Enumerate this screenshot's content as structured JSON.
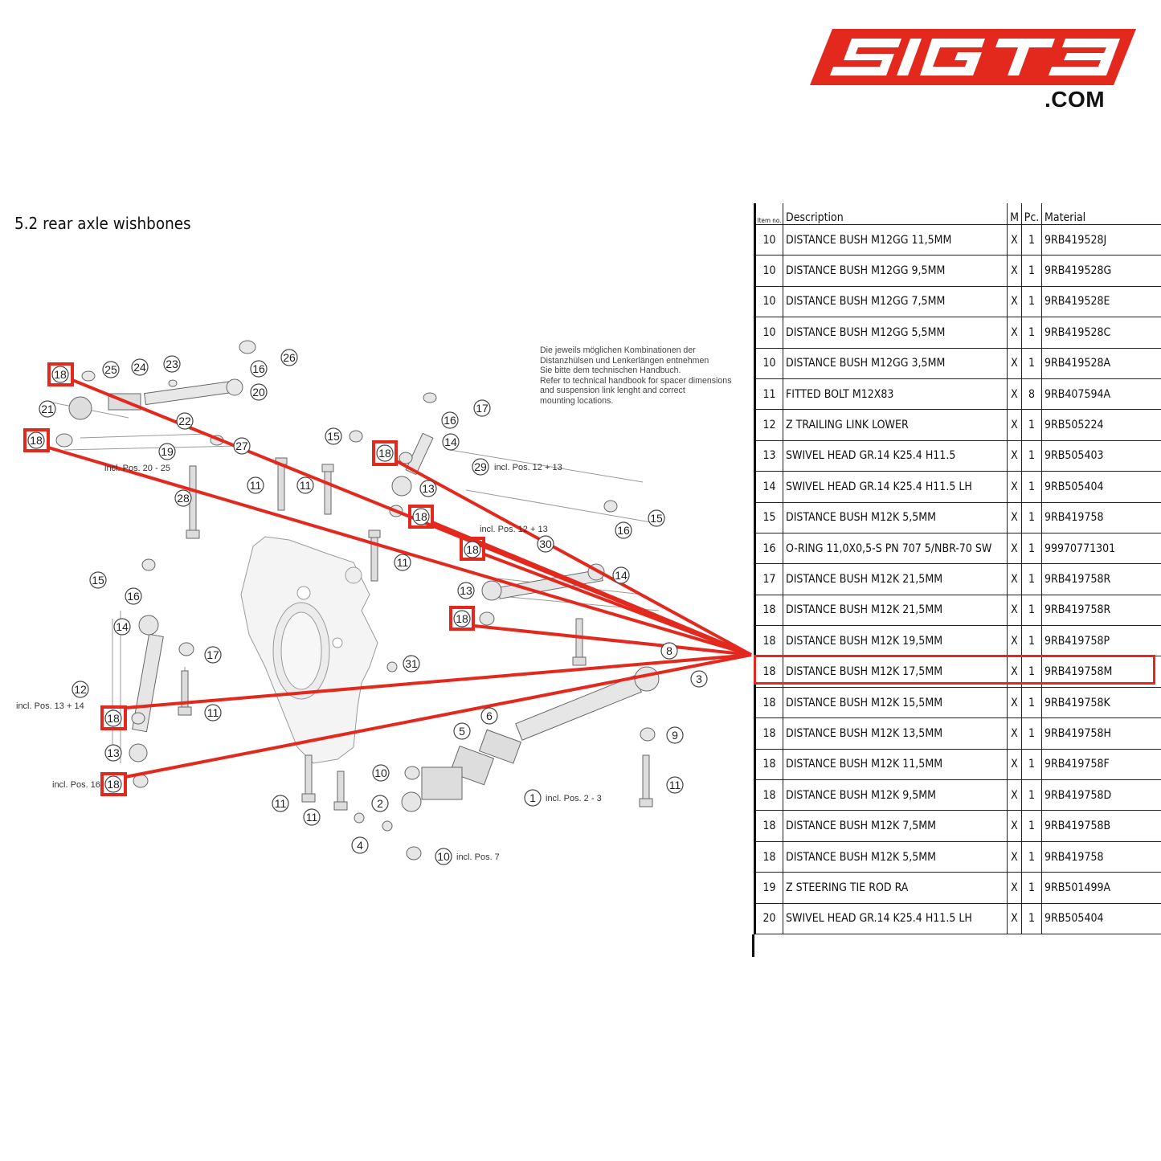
{
  "logo": {
    "brand": "SIGT3",
    "suffix": ".COM",
    "color": "#e3281e"
  },
  "section_title": "5.2  rear axle wishbones",
  "note": {
    "lines": [
      "Die jeweils möglichen Kombinationen der",
      "Distanzhülsen und Lenkerlängen entnehmen",
      "Sie bitte dem technischen Handbuch.",
      "Refer to technical handbook for spacer dimensions",
      "and suspension link lenght and correct",
      "mounting locations."
    ]
  },
  "diagram": {
    "highlight_color": "#e3281e",
    "labels": {
      "incl_20_25": "incl. Pos. 20 - 25",
      "incl_12_13_a": "incl. Pos. 12 + 13",
      "incl_12_13_b": "incl. Pos. 12 + 13",
      "incl_13_14": "incl. Pos. 13 + 14",
      "incl_16": "incl. Pos. 16",
      "incl_2_3": "incl. Pos. 2 - 3",
      "incl_7": "incl. Pos. 7"
    },
    "callouts": [
      "18",
      "25",
      "24",
      "23",
      "26",
      "16",
      "20",
      "21",
      "22",
      "18",
      "19",
      "27",
      "28",
      "11",
      "11",
      "15",
      "18",
      "14",
      "17",
      "16",
      "29",
      "18",
      "13",
      "11",
      "15",
      "16",
      "18",
      "30",
      "14",
      "13",
      "18",
      "15",
      "16",
      "14",
      "17",
      "31",
      "12",
      "18",
      "11",
      "13",
      "18",
      "6",
      "5",
      "9",
      "10",
      "2",
      "1",
      "11",
      "11",
      "4",
      "10",
      "3",
      "8",
      "11"
    ]
  },
  "table": {
    "headers": {
      "item": "Item no.",
      "description": "Description",
      "m": "M",
      "pc": "Pc.",
      "material": "Material"
    },
    "rows": [
      {
        "item": "10",
        "description": "DISTANCE BUSH M12GG 11,5MM",
        "m": "X",
        "pc": "1",
        "material": "9RB419528J"
      },
      {
        "item": "10",
        "description": "DISTANCE BUSH M12GG 9,5MM",
        "m": "X",
        "pc": "1",
        "material": "9RB419528G"
      },
      {
        "item": "10",
        "description": "DISTANCE BUSH M12GG 7,5MM",
        "m": "X",
        "pc": "1",
        "material": "9RB419528E"
      },
      {
        "item": "10",
        "description": "DISTANCE BUSH M12GG 5,5MM",
        "m": "X",
        "pc": "1",
        "material": "9RB419528C"
      },
      {
        "item": "10",
        "description": "DISTANCE BUSH M12GG 3,5MM",
        "m": "X",
        "pc": "1",
        "material": "9RB419528A"
      },
      {
        "item": "11",
        "description": "FITTED BOLT M12X83",
        "m": "X",
        "pc": "8",
        "material": "9RB407594A"
      },
      {
        "item": "12",
        "description": "Z TRAILING LINK LOWER",
        "m": "X",
        "pc": "1",
        "material": "9RB505224"
      },
      {
        "item": "13",
        "description": "SWIVEL HEAD GR.14 K25.4 H11.5",
        "m": "X",
        "pc": "1",
        "material": "9RB505403"
      },
      {
        "item": "14",
        "description": "SWIVEL HEAD GR.14 K25.4 H11.5 LH",
        "m": "X",
        "pc": "1",
        "material": "9RB505404"
      },
      {
        "item": "15",
        "description": "DISTANCE BUSH M12K 5,5MM",
        "m": "X",
        "pc": "1",
        "material": "9RB419758"
      },
      {
        "item": "16",
        "description": "O-RING 11,0X0,5-S PN 707 5/NBR-70 SW",
        "m": "X",
        "pc": "1",
        "material": "99970771301"
      },
      {
        "item": "17",
        "description": "DISTANCE BUSH M12K 21,5MM",
        "m": "X",
        "pc": "1",
        "material": "9RB419758R"
      },
      {
        "item": "18",
        "description": "DISTANCE BUSH M12K 21,5MM",
        "m": "X",
        "pc": "1",
        "material": "9RB419758R"
      },
      {
        "item": "18",
        "description": "DISTANCE BUSH M12K 19,5MM",
        "m": "X",
        "pc": "1",
        "material": "9RB419758P"
      },
      {
        "item": "18",
        "description": "DISTANCE BUSH M12K 17,5MM",
        "m": "X",
        "pc": "1",
        "material": "9RB419758M"
      },
      {
        "item": "18",
        "description": "DISTANCE BUSH M12K 15,5MM",
        "m": "X",
        "pc": "1",
        "material": "9RB419758K"
      },
      {
        "item": "18",
        "description": "DISTANCE BUSH M12K 13,5MM",
        "m": "X",
        "pc": "1",
        "material": "9RB419758H"
      },
      {
        "item": "18",
        "description": "DISTANCE BUSH M12K 11,5MM",
        "m": "X",
        "pc": "1",
        "material": "9RB419758F"
      },
      {
        "item": "18",
        "description": "DISTANCE BUSH M12K 9,5MM",
        "m": "X",
        "pc": "1",
        "material": "9RB419758D"
      },
      {
        "item": "18",
        "description": "DISTANCE BUSH M12K 7,5MM",
        "m": "X",
        "pc": "1",
        "material": "9RB419758B"
      },
      {
        "item": "18",
        "description": "DISTANCE BUSH M12K 5,5MM",
        "m": "X",
        "pc": "1",
        "material": "9RB419758"
      },
      {
        "item": "19",
        "description": "Z STEERING TIE ROD RA",
        "m": "X",
        "pc": "1",
        "material": "9RB501499A"
      },
      {
        "item": "20",
        "description": "SWIVEL HEAD GR.14 K25.4 H11.5 LH",
        "m": "X",
        "pc": "1",
        "material": "9RB505404"
      }
    ],
    "highlighted_row": 14
  }
}
